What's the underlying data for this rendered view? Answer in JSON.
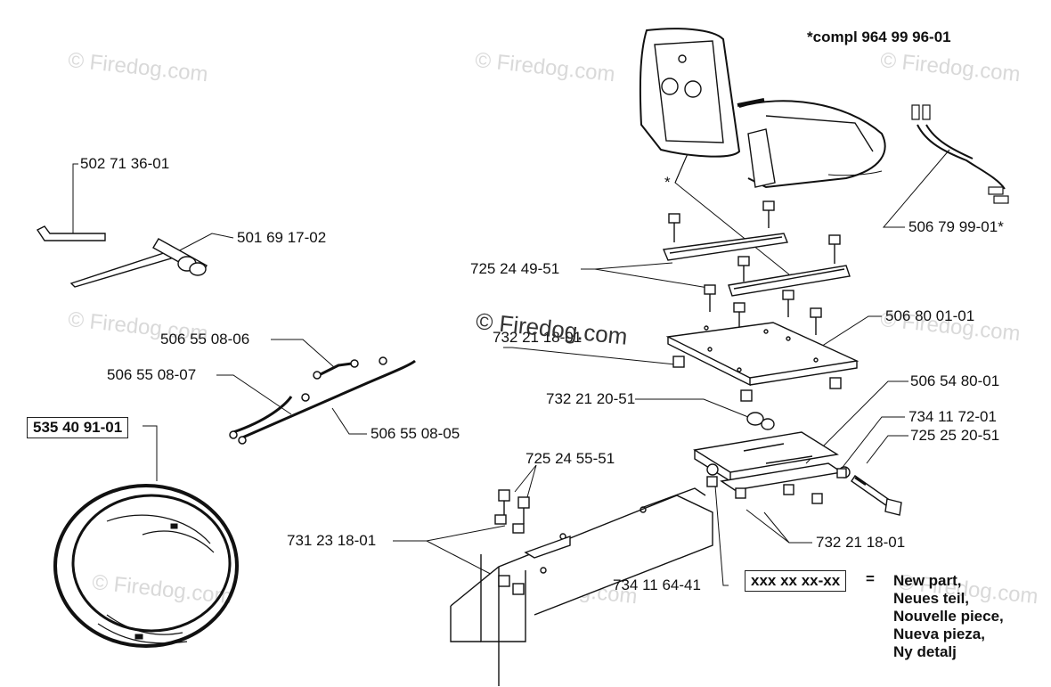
{
  "watermark": "© Firedog.com",
  "overlay_label": "732 21 18-01",
  "kit_note": "*compl 964 99 96-01",
  "seat_marker": "*",
  "parts": {
    "p502713601": "502 71 36-01",
    "p501691702": "501 69 17-02",
    "p506550806": "506 55 08-06",
    "p506550807": "506 55 08-07",
    "p506550805": "506 55 08-05",
    "p535409101": "535 40 91-01",
    "p506799901": "506 79 99-01*",
    "p725244951": "725 24 49-51",
    "p506800101": "506 80 01-01",
    "p732212051": "732 21 20-51",
    "p506548001": "506 54 80-01",
    "p734117201": "734 11 72-01",
    "p725252051": "725 25 20-51",
    "p725245551": "725 24 55-51",
    "p731231801": "731 23 18-01",
    "p732211801": "732 21 18-01",
    "p734116441": "734 11 64-41"
  },
  "legend": {
    "code": "xxx xx xx-xx",
    "equals": "=",
    "lines": [
      "New part,",
      "Neues teil,",
      "Nouvelle piece,",
      "Nueva pieza,",
      "Ny detalj"
    ]
  }
}
